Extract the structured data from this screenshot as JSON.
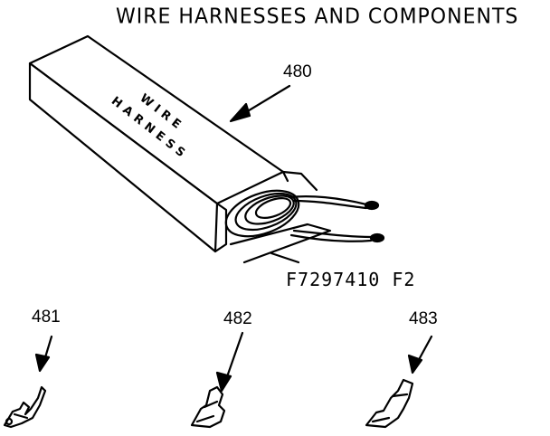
{
  "title": "WIRE HARNESSES AND COMPONENTS",
  "figure_code": "F7297410 F2",
  "box_label": {
    "line1": "WIRE",
    "line2": "HARNESS"
  },
  "parts": [
    {
      "number": "480",
      "description": "wire-harness"
    },
    {
      "number": "481",
      "description": "terminal"
    },
    {
      "number": "482",
      "description": "terminal"
    },
    {
      "number": "483",
      "description": "terminal"
    }
  ],
  "colors": {
    "ink": "#000000",
    "paper": "#ffffff"
  }
}
